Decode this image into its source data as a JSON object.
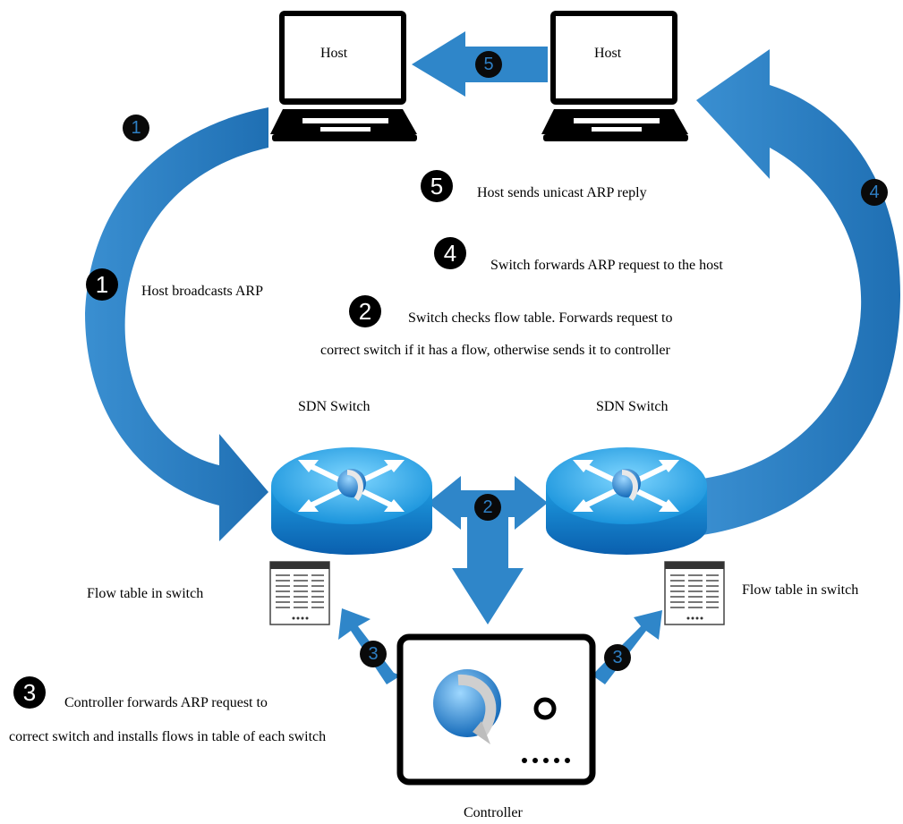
{
  "hosts": {
    "left": "Host",
    "right": "Host"
  },
  "switches": {
    "left": "SDN Switch",
    "right": "SDN Switch"
  },
  "flow_tables": {
    "left": "Flow table in switch",
    "right": "Flow table in switch"
  },
  "controller": {
    "label": "Controller"
  },
  "steps": [
    {
      "number": "5",
      "text": "Host sends unicast ARP reply"
    },
    {
      "number": "4",
      "text": "Switch forwards ARP request to the host"
    },
    {
      "number": "1",
      "text": "Host broadcasts ARP"
    },
    {
      "number": "2",
      "line1": "Switch checks flow table. Forwards request to",
      "line2": "correct switch if it has a flow, otherwise sends it to controller"
    },
    {
      "number": "3",
      "line1": "Controller forwards ARP request to",
      "line2": "correct switch and installs flows in table of each switch"
    }
  ],
  "arrow_badges": {
    "host_to_switch": "1",
    "switch_link": "2",
    "controller_left": "3",
    "controller_right": "3",
    "switch_to_host": "4",
    "host_to_host": "5"
  },
  "colors": {
    "arrow": "#2e7fc4",
    "arrow_dark": "#1d5f9a",
    "switch_top": "#2aa6e6",
    "switch_side": "#0e78c8",
    "badge": "#000000"
  }
}
